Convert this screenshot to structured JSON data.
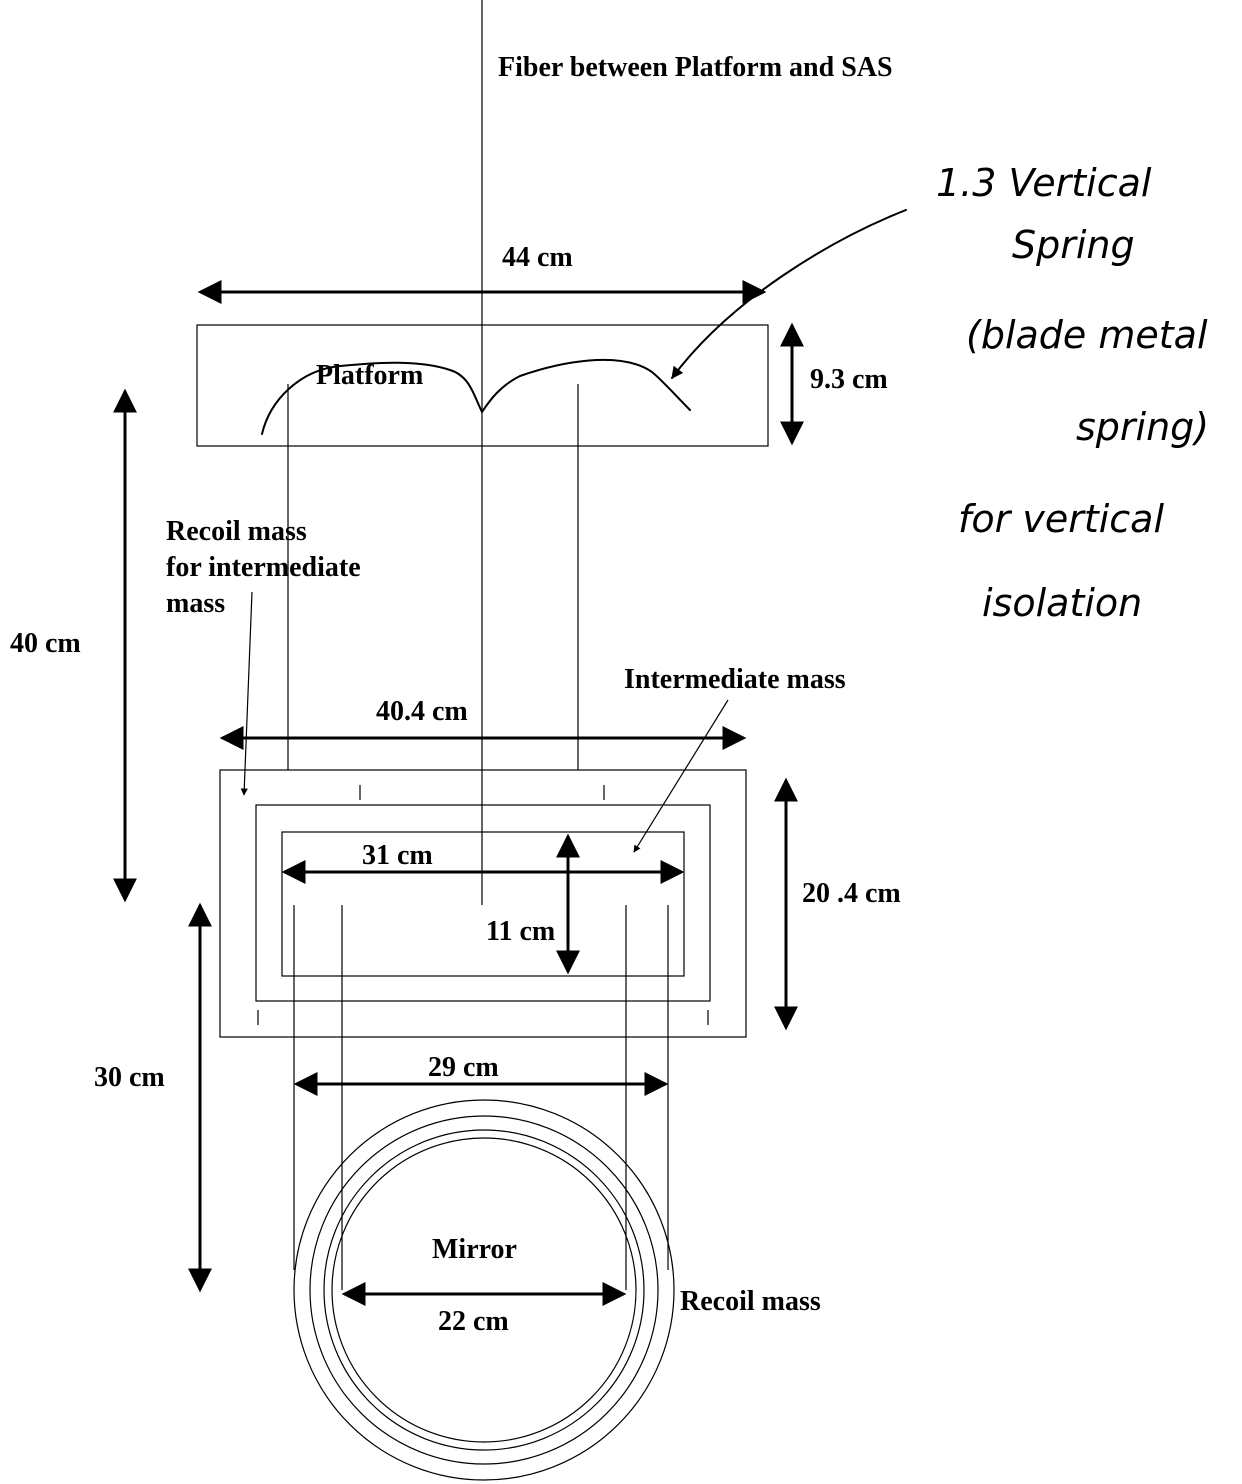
{
  "labels": {
    "fiber": "Fiber between Platform and SAS",
    "platform": "Platform",
    "recoil_im_line1": "Recoil mass",
    "recoil_im_line2": "for intermediate",
    "recoil_im_line3": "mass",
    "intermediate_mass": "Intermediate mass",
    "mirror": "Mirror",
    "recoil_mass": "Recoil mass"
  },
  "dimensions": {
    "platform_width": "44 cm",
    "platform_height": "9.3 cm",
    "platform_to_recoil": "40 cm",
    "recoil_width": "40.4 cm",
    "recoil_height": "20 .4 cm",
    "intermediate_width": "31 cm",
    "intermediate_height": "11 cm",
    "mirror_suspension_length": "30 cm",
    "wire_spacing": "29 cm",
    "mirror_diameter": "22 cm"
  },
  "handwritten_note": [
    "1.3 Vertical",
    "Spring",
    "(blade metal",
    "spring)",
    "for vertical",
    "isolation"
  ]
}
